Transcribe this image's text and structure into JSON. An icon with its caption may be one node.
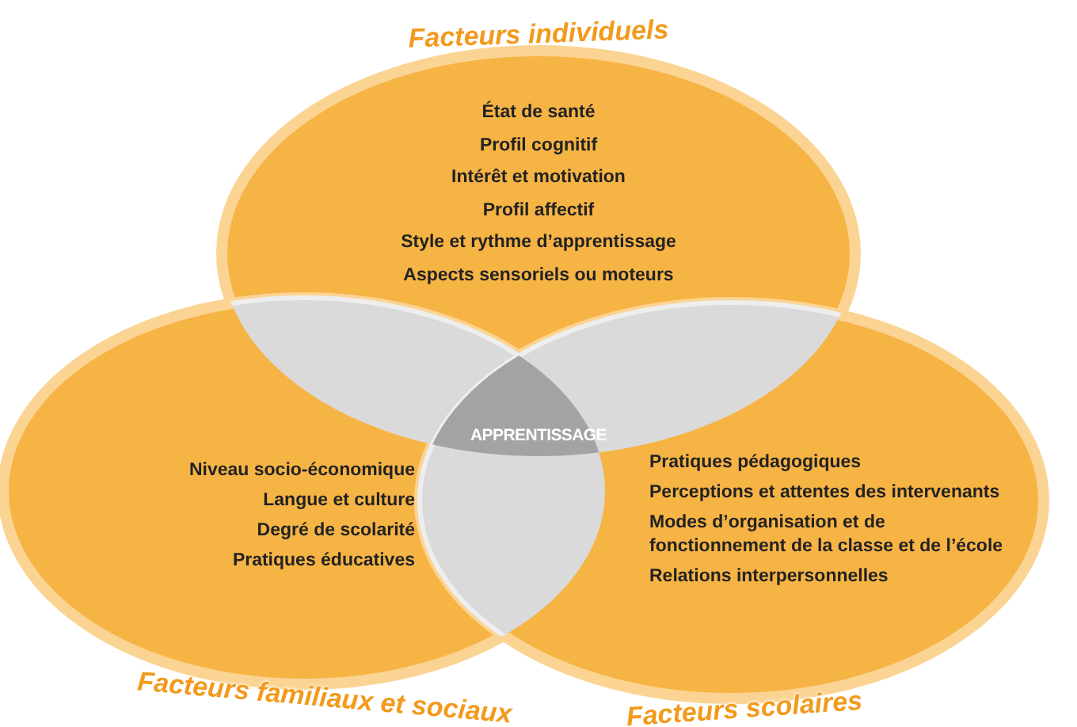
{
  "diagram": {
    "nodes": [
      {
        "text": [
          "Facteurs individuels",
          "État de santé",
          "Profil cognitif",
          "Intérêt et motivation",
          "Profil affectif",
          "Style et rythme d’apprentissage",
          "Aspects sensoriels ou moteurs"
        ]
      },
      {
        "text": [
          "Facteurs familiaux et sociaux",
          "Niveau socio-économique",
          "Langue et culture",
          "Degré de scolarité",
          "Pratiques éducatives"
        ]
      },
      {
        "text": [
          "Facteurs scolaires",
          "Pratiques pédagogiques",
          "Perceptions et attentes des intervenants",
          "Modes d’organisation et de fonctionnement de la classe et de l’école",
          "Relations interpersonnelles"
        ]
      },
      {
        "text": [
          "APPRENTISSAGE"
        ]
      }
    ],
    "edges": []
  }
}
